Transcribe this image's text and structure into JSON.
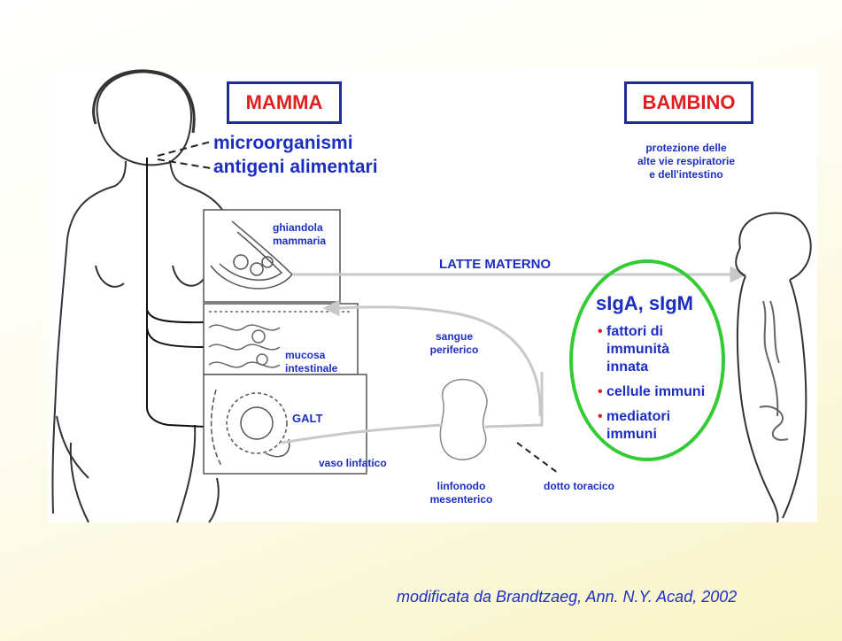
{
  "mother_box": "MAMMA",
  "baby_box": "BAMBINO",
  "mother_labels": {
    "line1": "microorganismi",
    "line2": "antigeni alimentari"
  },
  "baby_protection": {
    "line1": "protezione delle",
    "line2": "alte vie respiratorie",
    "line3": "e dell'intestino"
  },
  "tissue_labels": {
    "mammary": [
      "ghiandola",
      "mammaria"
    ],
    "intestinal_mucosa": [
      "mucosa",
      "intestinale"
    ],
    "galt": "GALT",
    "blood": [
      "sangue",
      "periferico"
    ],
    "lymph_vessel": "vaso linfatico",
    "lymph_node": [
      "linfonodo",
      "mesenterico"
    ],
    "thoracic_duct": "dotto toracico"
  },
  "milk_label": "LATTE MATERNO",
  "oval": {
    "title": "sIgA, sIgM",
    "items": [
      {
        "bullet": "•",
        "text_lines": [
          "fattori di",
          "immunità",
          "innata"
        ]
      },
      {
        "bullet": "•",
        "text_lines": [
          "cellule immuni"
        ]
      },
      {
        "bullet": "•",
        "text_lines": [
          "mediatori",
          "immuni"
        ]
      }
    ]
  },
  "credit": "modificata da Brandtzaeg, Ann. N.Y. Acad, 2002",
  "colors": {
    "text_blue": "#1c2ec2",
    "title_red": "#e02020",
    "box_border": "#1f2f8f",
    "oval_green": "#33cc33",
    "arrow_gray": "#c8c8c8"
  }
}
